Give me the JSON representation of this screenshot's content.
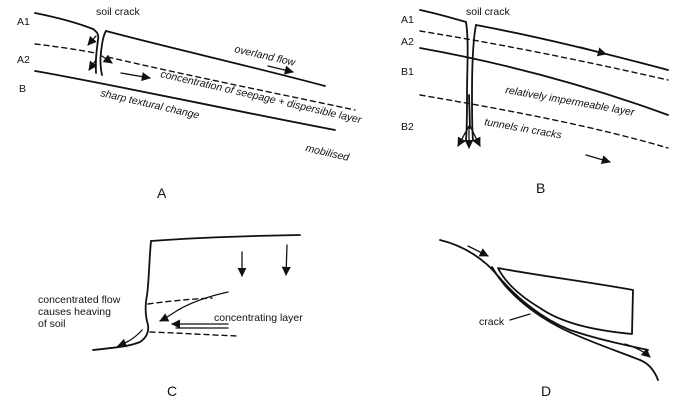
{
  "panels": {
    "a": {
      "caption": "A",
      "horizon_labels": [
        "A1",
        "A2",
        "B"
      ],
      "crack_label": "soil crack",
      "flow_label": "overland flow",
      "seepage_label": "concentration of seepage + dispersible layer",
      "mobilised_label": "mobilised",
      "textural_label": "sharp textural change"
    },
    "b": {
      "caption": "B",
      "horizon_labels": [
        "A1",
        "A2",
        "B1",
        "B2"
      ],
      "crack_label": "soil crack",
      "impermeable_label": "relatively impermeable layer",
      "tunnels_label": "tunnels in cracks"
    },
    "c": {
      "caption": "C",
      "flow_label_lines": [
        "concentrated flow",
        "causes heaving",
        "of soil"
      ],
      "layer_label": "concentrating layer"
    },
    "d": {
      "caption": "D",
      "crack_label": "crack"
    }
  }
}
